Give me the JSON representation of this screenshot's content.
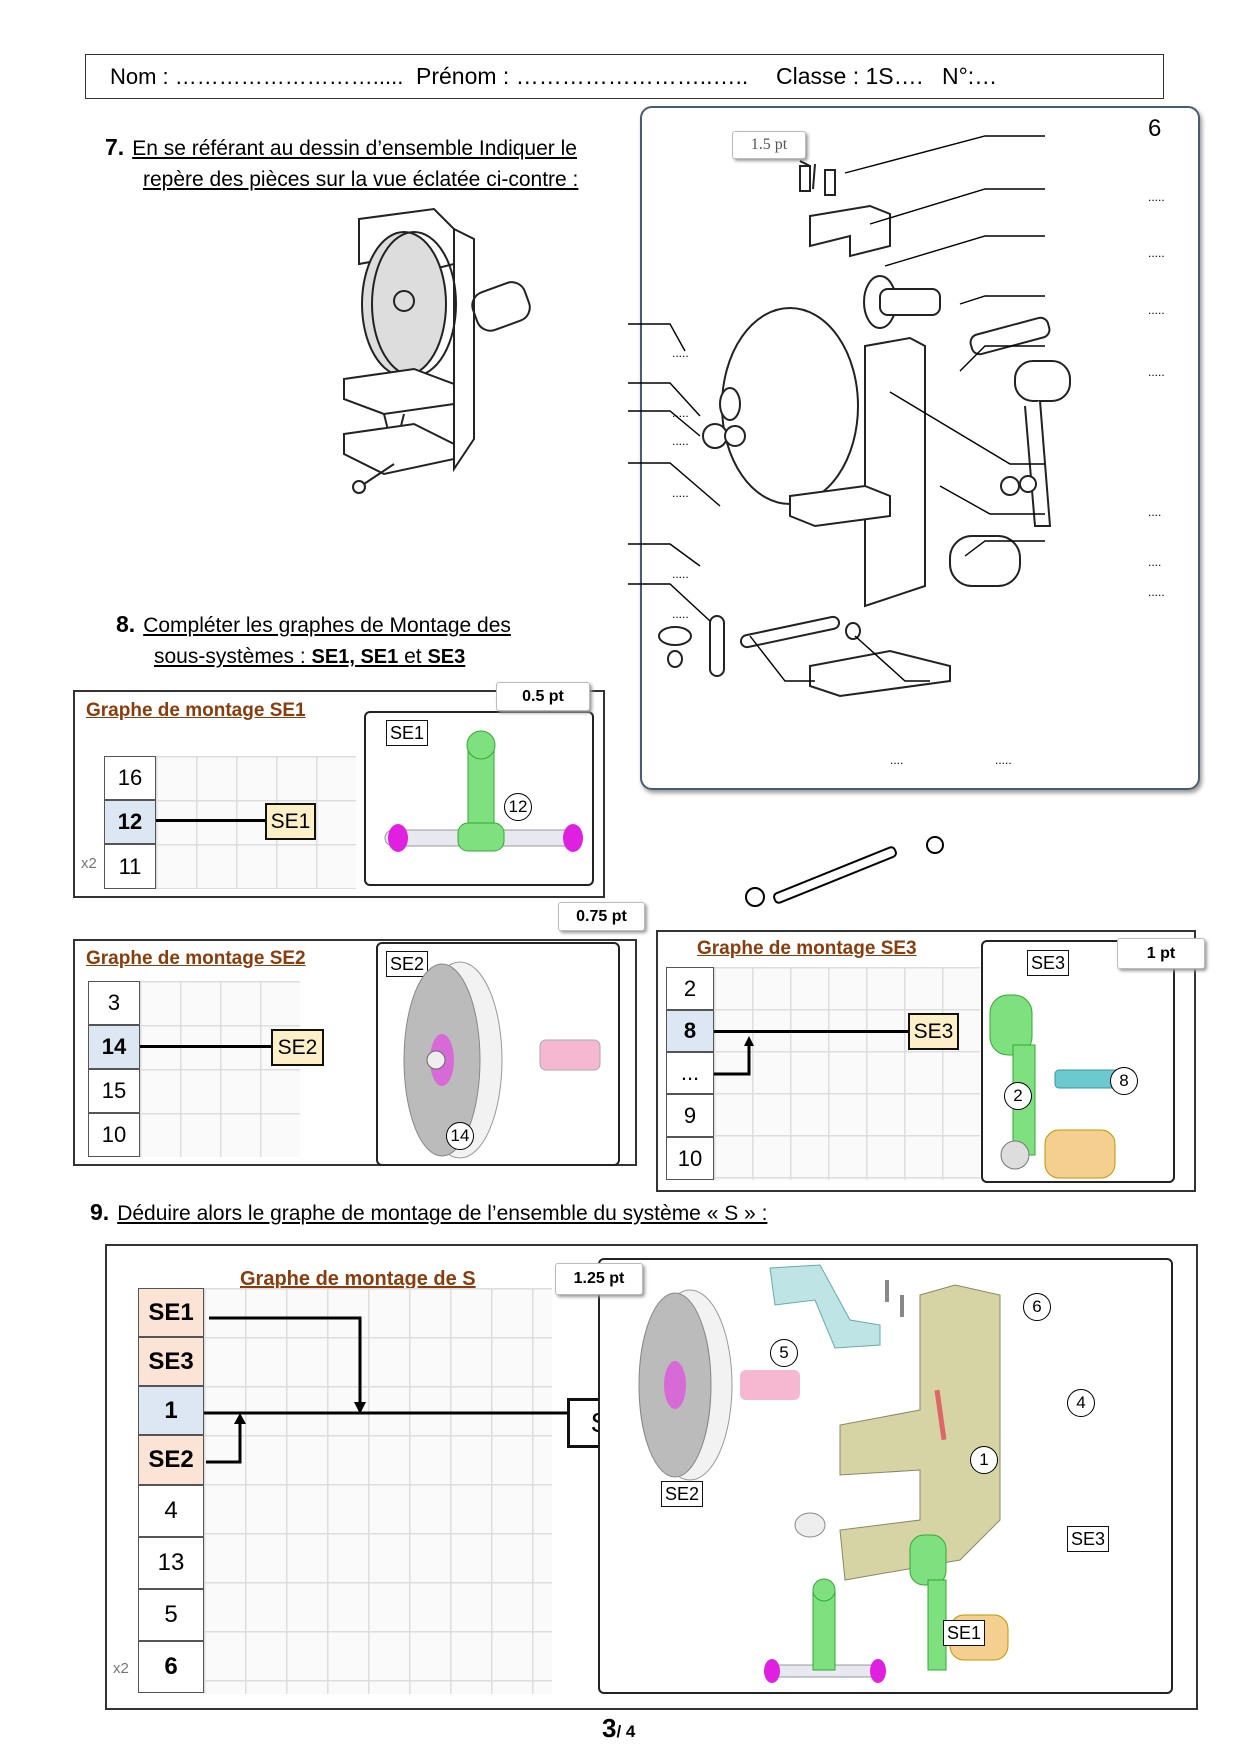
{
  "header": {
    "nom": "Nom : ……………………….....",
    "prenom": "Prénom :  ……………………..…..",
    "classe": "Classe : 1S….",
    "numero": "N°:…"
  },
  "q7": {
    "number": "7.",
    "line1": "En se référant au dessin d’ensemble Indiquer le",
    "line2": "repère des pièces sur la vue éclatée ci-contre :",
    "points": "1.5 pt",
    "callouts_right": [
      "6",
      ".....",
      ".....",
      ".....",
      ".....",
      "....",
      "....",
      "....."
    ],
    "callouts_left": [
      ".....",
      ".....",
      ".....",
      ".....",
      ".....",
      "....."
    ],
    "callouts_bottom": [
      "....",
      "....."
    ]
  },
  "q8": {
    "number": "8.",
    "line1": "Compléter les graphes de Montage des",
    "line2_prefix": "sous-systèmes : ",
    "line2_bold": "SE1, SE1",
    "line2_mid": " et ",
    "line2_end": "SE3"
  },
  "se1": {
    "title": "Graphe de montage SE1",
    "points": "0.5 pt",
    "rows": [
      "16",
      "12",
      "11"
    ],
    "highlight": "12",
    "x2": "x2",
    "result": "SE1",
    "image_label": "SE1",
    "part_callouts": [
      "12"
    ]
  },
  "se2": {
    "title": "Graphe de montage SE2",
    "points": "0.75 pt",
    "rows": [
      "3",
      "14",
      "15",
      "10"
    ],
    "highlight": "14",
    "result": "SE2",
    "image_label": "SE2",
    "part_callouts": [
      "14"
    ]
  },
  "se3": {
    "title": "Graphe de montage SE3",
    "points": "1 pt",
    "rows": [
      "2",
      "8",
      "...",
      "9",
      "10"
    ],
    "highlight": "8",
    "result": "SE3",
    "image_label": "SE3",
    "part_callouts": [
      "2",
      "8"
    ]
  },
  "q9": {
    "number": "9.",
    "text": "Déduire alors le graphe de montage de l’ensemble du système « S » :"
  },
  "s": {
    "title": "Graphe de montage de S",
    "points": "1.25 pt",
    "rows": [
      "SE1",
      "SE3",
      "1",
      "SE2",
      "4",
      "13",
      "5",
      "6"
    ],
    "highlight": "1",
    "x2": "x2",
    "result": "S",
    "image_labels": [
      "SE2",
      "SE3",
      "SE1"
    ],
    "part_callouts": [
      "5",
      "6",
      "4",
      "1"
    ]
  },
  "footer": {
    "page": "3",
    "total": "/ 4"
  },
  "colors": {
    "title": "#8a3d0c",
    "cell_base": "#dce7f3",
    "cell_subassembly": "#fbe3d6",
    "result_box": "#fdf0c8"
  }
}
